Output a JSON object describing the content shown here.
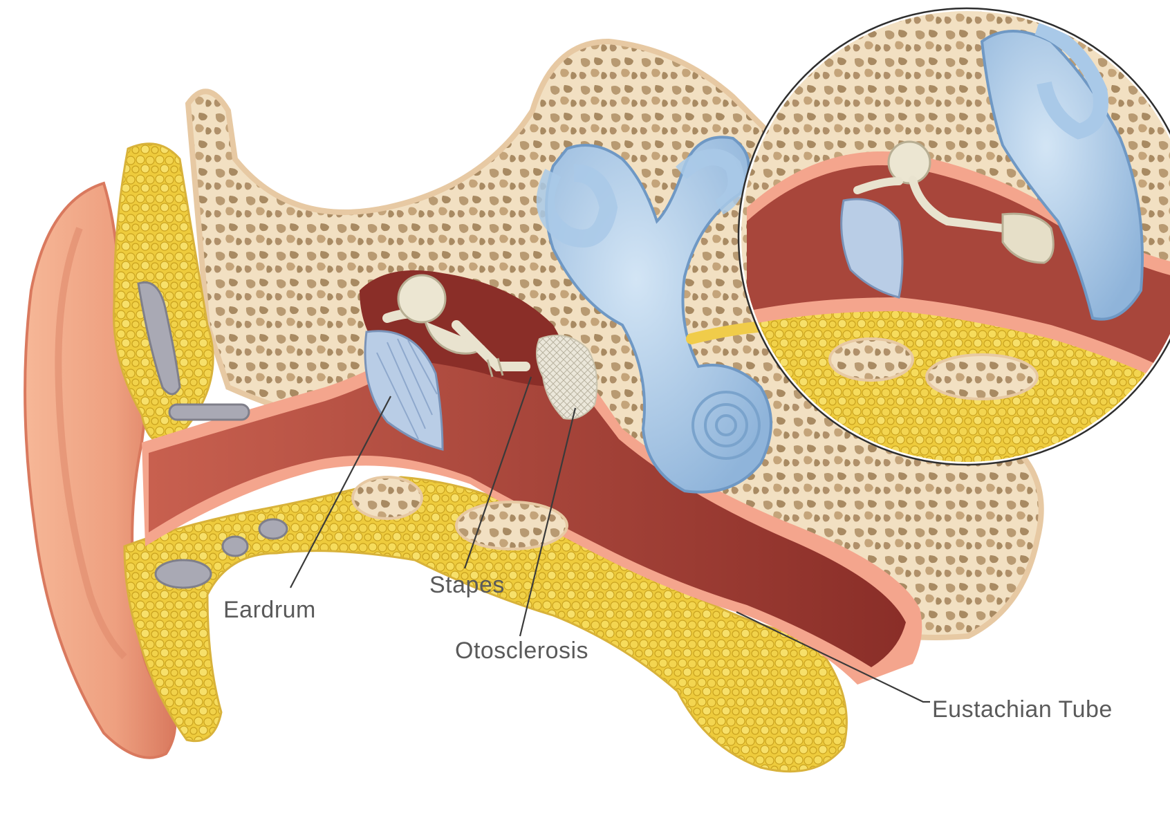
{
  "labels": {
    "eardrum": "Eardrum",
    "stapes": "Stapes",
    "otosclerosis": "Otosclerosis",
    "eustachian_tube": "Eustachian Tube"
  },
  "colors": {
    "background": "#ffffff",
    "skin": "#f2a98a",
    "skin_dark": "#d9795e",
    "fat": "#f1d24a",
    "fat_dark": "#c9a21f",
    "bone": "#f2e0c2",
    "bone_pore": "#b89a72",
    "canal": "#a8463b",
    "canal_dark": "#7d2722",
    "lining": "#f4a58d",
    "inner_ear": "#a9c9e8",
    "inner_ear_dark": "#7aa3cc",
    "ossicle": "#e9e3cf",
    "cartilage": "#a9a9b4",
    "label_text": "#5a5a5a",
    "leader_line": "#3a3a3a"
  }
}
